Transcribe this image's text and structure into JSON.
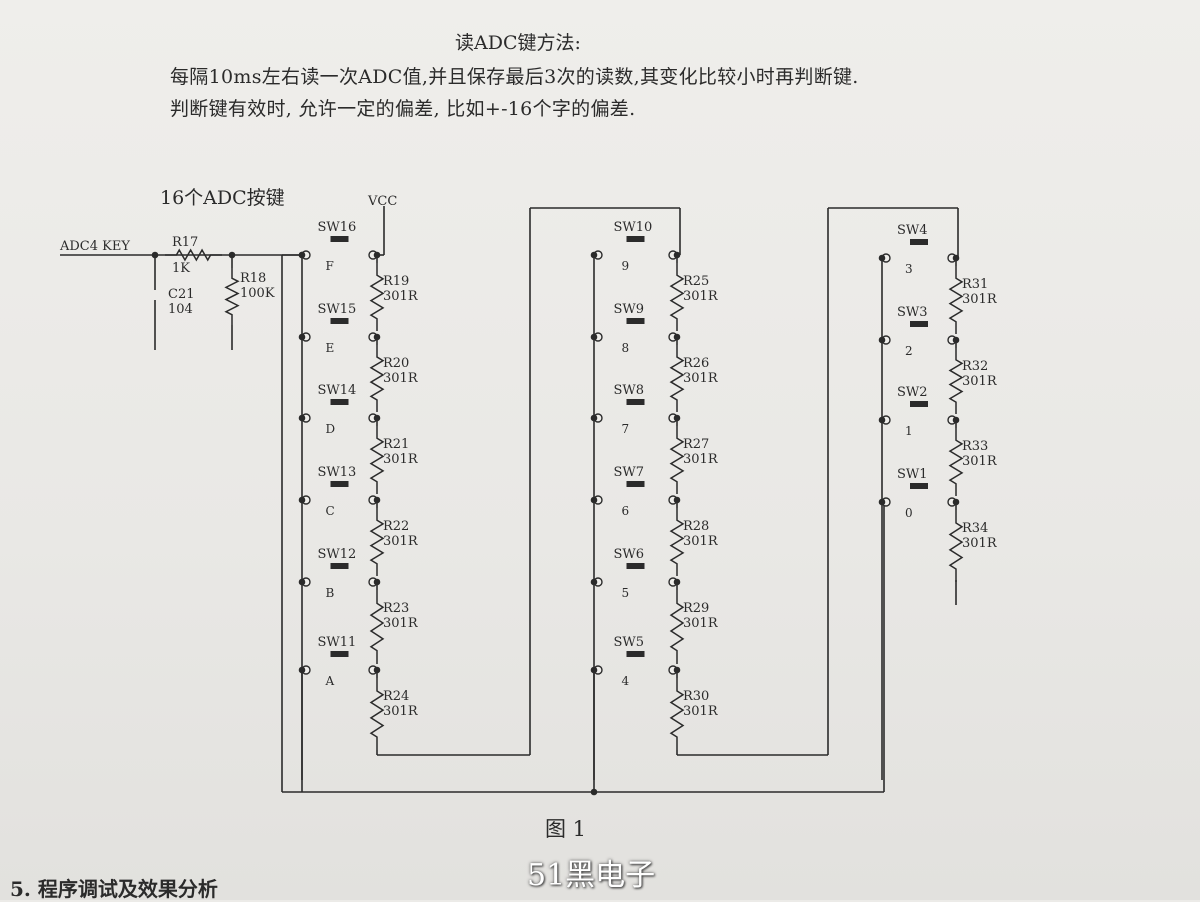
{
  "header": {
    "heading": "读ADC键方法:",
    "line1": "每隔10ms左右读一次ADC值,并且保存最后3次的读数,其变化比较小时再判断键.",
    "line2": "判断键有效时, 允许一定的偏差, 比如+-16个字的偏差."
  },
  "circuit": {
    "title": "16个ADC按键",
    "net_label": "ADC4 KEY",
    "vcc": "VCC",
    "r17": {
      "name": "R17",
      "value": "1K"
    },
    "r18": {
      "name": "R18",
      "value": "100K"
    },
    "c21": {
      "name": "C21",
      "value": "104"
    },
    "column1": [
      {
        "sw": "SW16",
        "key": "F",
        "r": "R19",
        "rv": "301R"
      },
      {
        "sw": "SW15",
        "key": "E",
        "r": "R20",
        "rv": "301R"
      },
      {
        "sw": "SW14",
        "key": "D",
        "r": "R21",
        "rv": "301R"
      },
      {
        "sw": "SW13",
        "key": "C",
        "r": "R22",
        "rv": "301R"
      },
      {
        "sw": "SW12",
        "key": "B",
        "r": "R23",
        "rv": "301R"
      },
      {
        "sw": "SW11",
        "key": "A",
        "r": "R24",
        "rv": "301R"
      }
    ],
    "column2": [
      {
        "sw": "SW10",
        "key": "9",
        "r": "R25",
        "rv": "301R"
      },
      {
        "sw": "SW9",
        "key": "8",
        "r": "R26",
        "rv": "301R"
      },
      {
        "sw": "SW8",
        "key": "7",
        "r": "R27",
        "rv": "301R"
      },
      {
        "sw": "SW7",
        "key": "6",
        "r": "R28",
        "rv": "301R"
      },
      {
        "sw": "SW6",
        "key": "5",
        "r": "R29",
        "rv": "301R"
      },
      {
        "sw": "SW5",
        "key": "4",
        "r": "R30",
        "rv": "301R"
      }
    ],
    "column3": [
      {
        "sw": "SW4",
        "key": "3",
        "r": "R31",
        "rv": "301R"
      },
      {
        "sw": "SW3",
        "key": "2",
        "r": "R32",
        "rv": "301R"
      },
      {
        "sw": "SW2",
        "key": "1",
        "r": "R33",
        "rv": "301R"
      },
      {
        "sw": "SW1",
        "key": "0",
        "r": "R34",
        "rv": "301R"
      }
    ]
  },
  "figure_caption": "图 1",
  "watermark": "51黑电子",
  "section_heading": "5. 程序调试及效果分析"
}
